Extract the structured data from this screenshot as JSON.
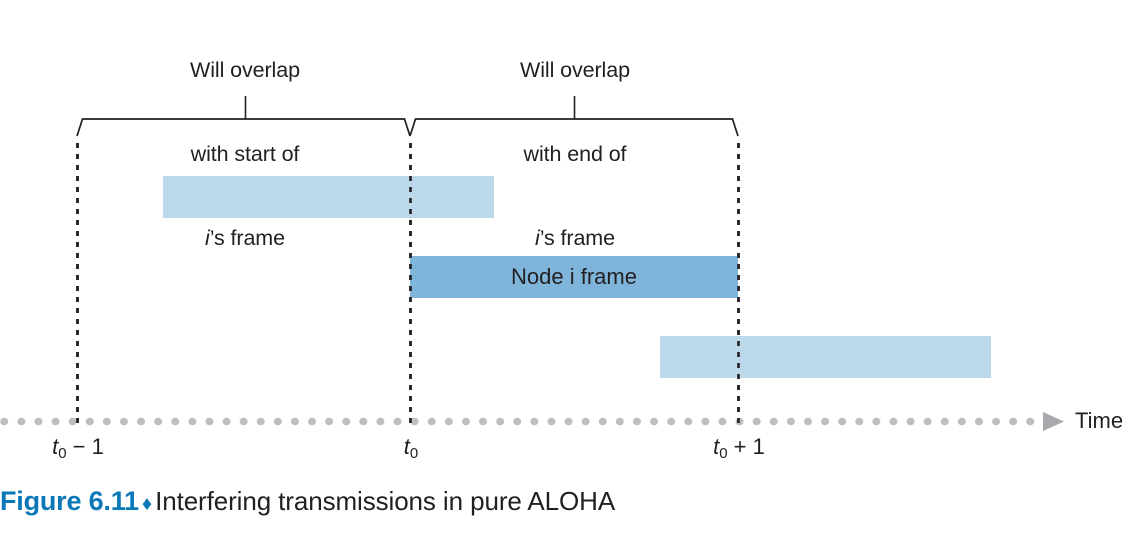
{
  "figure": {
    "number": "Figure 6.11",
    "separator": "♦",
    "caption": "Interfering transmissions in pure ALOHA"
  },
  "annotations": [
    {
      "name": "left-callout",
      "line1": "Will overlap",
      "line2": "with start of",
      "line3_italic": "i",
      "line3_rest": "’s frame"
    },
    {
      "name": "right-callout",
      "line1": "Will overlap",
      "line2": "with end of",
      "line3_italic": "i",
      "line3_rest": "’s frame"
    }
  ],
  "bars": [
    {
      "name": "earlier-frame",
      "label": "",
      "color": "#bcd9ec",
      "start_time": -0.74,
      "end_time": 0.26
    },
    {
      "name": "node-i-frame",
      "label": "Node i frame",
      "color": "#7fb5db",
      "start_time": 0.0,
      "end_time": 1.0
    },
    {
      "name": "later-frame",
      "label": "",
      "color": "#bcd9ec",
      "start_time": 0.76,
      "end_time": 1.77
    }
  ],
  "axis": {
    "name": "Time",
    "dot_color": "#bcbec0",
    "arrow_color": "#a7a9ac",
    "ticks": [
      {
        "name": "t0-minus-1",
        "base": "t",
        "sub": "0",
        "suffix": " − 1"
      },
      {
        "name": "t0",
        "base": "t",
        "sub": "0",
        "suffix": ""
      },
      {
        "name": "t0-plus-1",
        "base": "t",
        "sub": "0",
        "suffix": " + 1"
      }
    ]
  },
  "colors": {
    "accent": "#0b79b8",
    "light_blue": "#bcd9ec",
    "mid_blue": "#7fb5db",
    "ink": "#231f20",
    "gray": "#bcbec0"
  }
}
